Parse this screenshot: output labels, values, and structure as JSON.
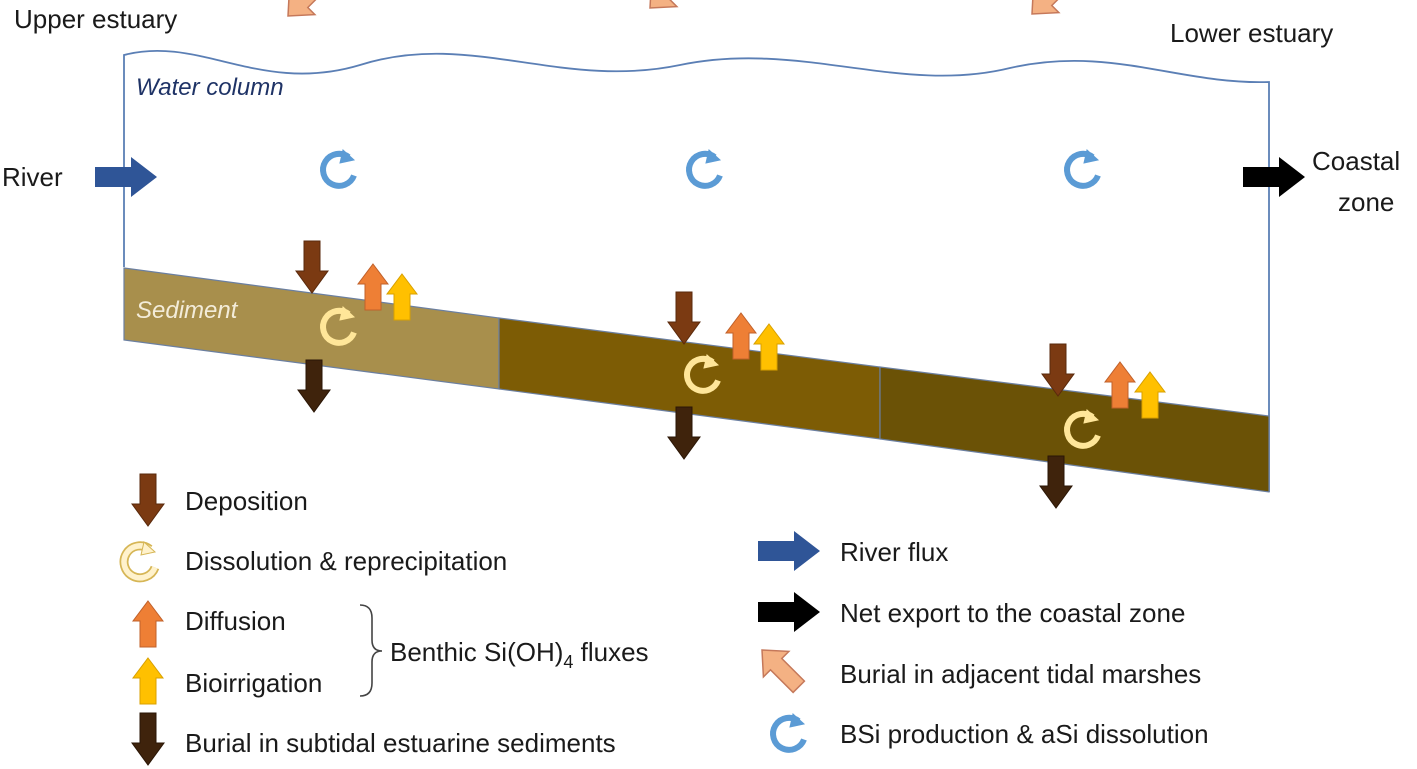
{
  "labels": {
    "upper_estuary": "Upper estuary",
    "lower_estuary": "Lower estuary",
    "water_column": "Water column",
    "river": "River",
    "coastal_zone_line1": "Coastal",
    "coastal_zone_line2": "zone",
    "sediment": "Sediment"
  },
  "legend_left": {
    "deposition": "Deposition",
    "dissolution": "Dissolution & reprecipitation",
    "diffusion": "Diffusion",
    "bioirrigation": "Bioirrigation",
    "benthic_prefix": "Benthic Si(OH)",
    "benthic_subscript": "4",
    "benthic_suffix": " fluxes",
    "burial_subtidal": "Burial in subtidal estuarine sediments"
  },
  "legend_right": {
    "river_flux": "River flux",
    "net_export": "Net export to the coastal zone",
    "burial_marsh": "Burial in adjacent tidal marshes",
    "bsi_production": "BSi production & aSi dissolution"
  },
  "colors": {
    "water_outline": "#5b7fb5",
    "sediment_segment_1": "#a88f4c",
    "sediment_segment_2": "#7d5c05",
    "sediment_segment_3": "#6b5206",
    "deposition_arrow": "#7b3a12",
    "burial_arrow": "#3f230c",
    "diffusion_arrow": "#ee7f35",
    "bioirrigation_arrow": "#ffc000",
    "river_arrow": "#2f5597",
    "export_arrow": "#000000",
    "marsh_arrow_fill": "#f4b183",
    "marsh_arrow_stroke": "#c5785a",
    "bsi_cycle": "#5b9bd5",
    "dissolution_cycle": "#ffe699"
  }
}
